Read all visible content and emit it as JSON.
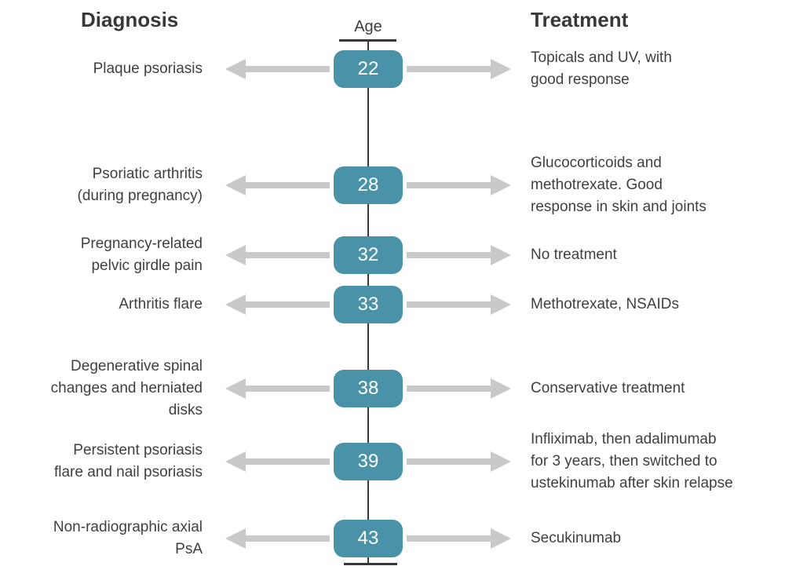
{
  "header": {
    "diagnosis_title": "Diagnosis",
    "age_label": "Age",
    "treatment_title": "Treatment"
  },
  "colors": {
    "accent_teal": "#4A92A8",
    "arrow_gray": "#C9C9C9",
    "text_dark": "#3F3F3F",
    "axis_line": "#383838"
  },
  "rows": [
    {
      "age": "22",
      "diagnosis": "Plaque psoriasis",
      "treatment": "Topicals and UV, with\ngood response"
    },
    {
      "age": "28",
      "diagnosis": "Psoriatic arthritis\n(during pregnancy)",
      "treatment": "Glucocorticoids and\nmethotrexate. Good\nresponse in skin and joints"
    },
    {
      "age": "32",
      "diagnosis": "Pregnancy-related\npelvic girdle pain",
      "treatment": "No treatment"
    },
    {
      "age": "33",
      "diagnosis": "Arthritis flare",
      "treatment": "Methotrexate, NSAIDs"
    },
    {
      "age": "38",
      "diagnosis": "Degenerative spinal\nchanges and herniated\ndisks",
      "treatment": "Conservative treatment"
    },
    {
      "age": "39",
      "diagnosis": "Persistent psoriasis\nflare and nail psoriasis",
      "treatment": "Infliximab, then adalimumab\nfor 3 years, then switched to\nustekinumab after skin relapse"
    },
    {
      "age": "43",
      "diagnosis": "Non-radiographic axial\nPsA",
      "treatment": "Secukinumab"
    }
  ]
}
